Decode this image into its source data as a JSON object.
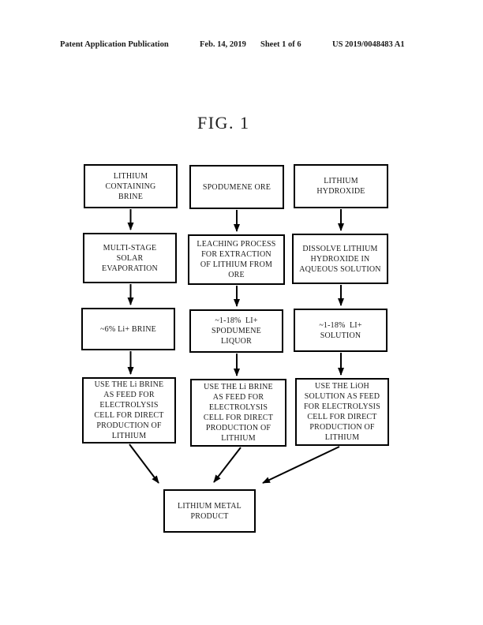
{
  "header": {
    "left": "Patent Application Publication",
    "date": "Feb. 14, 2019",
    "sheet": "Sheet 1 of 6",
    "right": "US 2019/0048483 A1"
  },
  "figure_title": "FIG. 1",
  "flowchart": {
    "col1": {
      "box1": "LITHIUM\nCONTAINING\nBRINE",
      "box2": "MULTI-STAGE\nSOLAR\nEVAPORATION",
      "box3": "~6% Li+ BRINE",
      "box4": "USE THE Li BRINE\nAS FEED FOR\nELECTROLYSIS\nCELL FOR DIRECT\nPRODUCTION OF\nLITHIUM"
    },
    "col2": {
      "box1": "SPODUMENE ORE",
      "box2": "LEACHING PROCESS\nFOR EXTRACTION\nOF LITHIUM FROM\nORE",
      "box3": "~1-18%  LI+\nSPODUMENE\nLIQUOR",
      "box4": "USE THE Li BRINE\nAS FEED FOR\nELECTROLYSIS\nCELL FOR DIRECT\nPRODUCTION OF\nLITHIUM"
    },
    "col3": {
      "box1": "LITHIUM\nHYDROXIDE",
      "box2": "DISSOLVE LITHIUM\nHYDROXIDE IN\nAQUEOUS SOLUTION",
      "box3": "~1-18%  LI+\nSOLUTION",
      "box4": "USE THE LiOH\nSOLUTION AS FEED\nFOR ELECTROLYSIS\nCELL FOR DIRECT\nPRODUCTION OF\nLITHIUM"
    },
    "final_box": "LITHIUM METAL\nPRODUCT"
  },
  "colors": {
    "ink": "#000000",
    "paper": "#ffffff"
  }
}
